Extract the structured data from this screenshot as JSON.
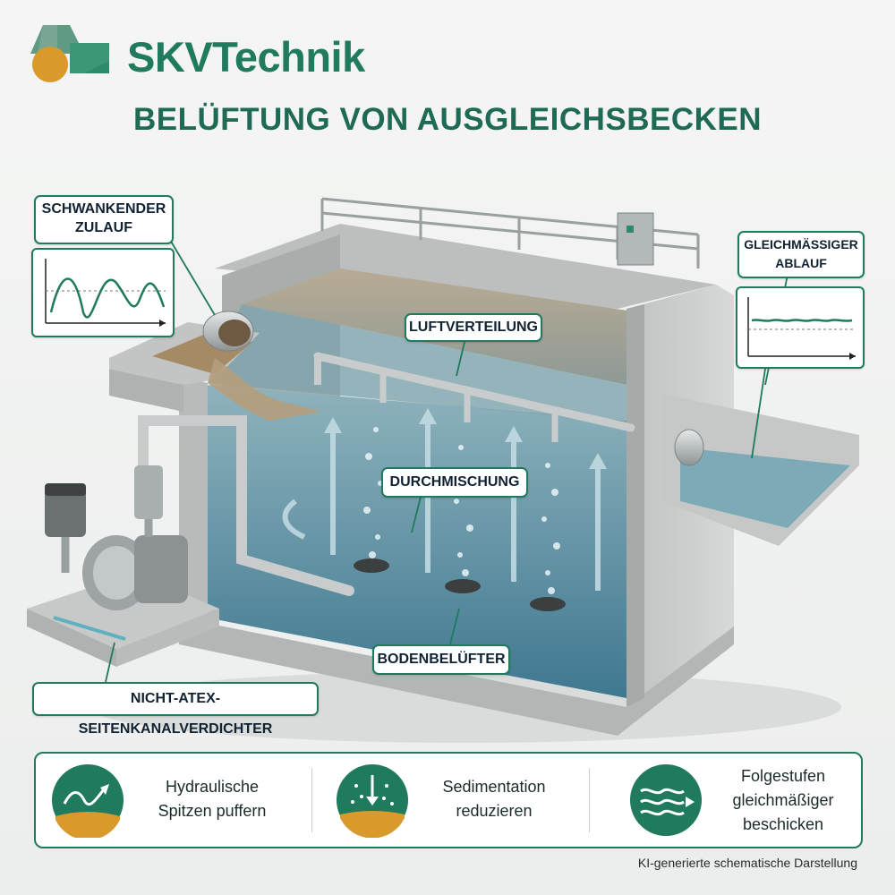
{
  "brand": {
    "name": "SKVTechnik"
  },
  "title": "BELÜFTUNG VON AUSGLEICHSBECKEN",
  "colors": {
    "brand_green": "#1f7a5e",
    "brand_orange": "#d99a2b",
    "water": "#5a8ea2",
    "concrete": "#c9cbc9"
  },
  "callouts": {
    "inflow": {
      "line1": "SCHWANKENDER",
      "line2": "ZULAUF"
    },
    "outflow": {
      "line1": "GLEICHMÄSSIGER",
      "line2": "ABLAUF"
    },
    "air_distribution": "LUFTVERTEILUNG",
    "mixing": "DURCHMISCHUNG",
    "diffusers": "BODENBELÜFTER",
    "blower": "NICHT-ATEX-SEITENKANALVERDICHTER"
  },
  "benefits": [
    {
      "icon": "wave-arrow-icon",
      "line1": "Hydraulische",
      "line2": "Spitzen puffern"
    },
    {
      "icon": "sediment-arrow-icon",
      "line1": "Sedimentation",
      "line2": "reduzieren"
    },
    {
      "icon": "flow-lines-icon",
      "line1": "Folgestufen",
      "line2": "gleichmäßiger",
      "line3": "beschicken"
    }
  ],
  "footnote": "KI-generierte schematische Darstellung"
}
